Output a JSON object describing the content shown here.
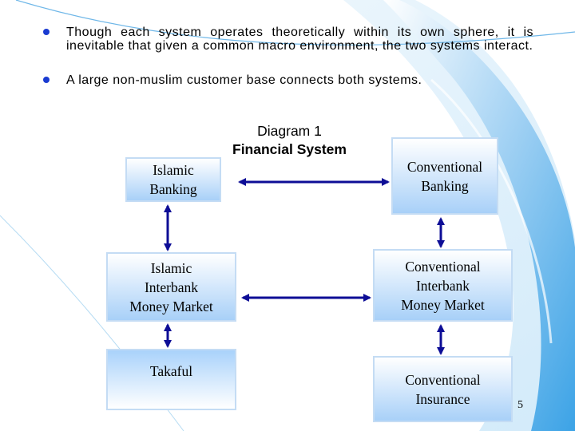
{
  "bullets": [
    "Though each system operates theoretically within its own sphere, it is inevitable that given a common macro environment, the two systems interact.",
    "A large non-muslim customer base connects both systems."
  ],
  "diagram": {
    "title_line1": "Diagram 1",
    "title_line2": "Financial System",
    "boxes": {
      "islamic_banking": "Islamic\nBanking",
      "conventional_banking": "Conventional\nBanking",
      "islamic_interbank": "Islamic\nInterbank\nMoney Market",
      "conventional_interbank": "Conventional\nInterbank\nMoney Market",
      "takaful": "Takaful",
      "conventional_insurance": "Conventional\nInsurance"
    }
  },
  "page_number": "5",
  "colors": {
    "arrow": "#0d0d96",
    "bullet": "#1a3bd1",
    "box_border": "#c4dcf4",
    "box_fill": "#a8d0f8",
    "decor": "#4aa8e8"
  }
}
